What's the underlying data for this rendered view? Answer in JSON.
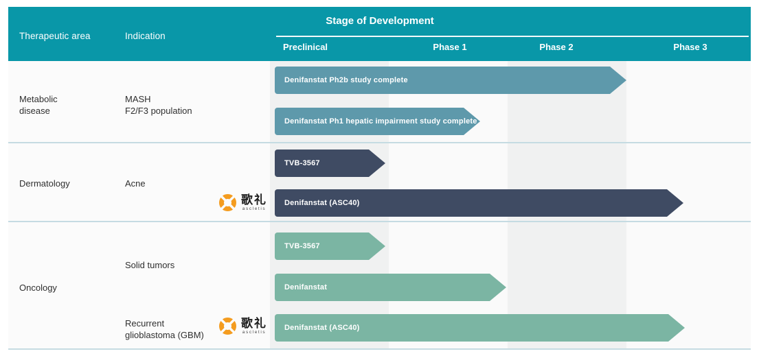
{
  "colors": {
    "header_teal": "#0997A8",
    "bar_steel": "#5E99AB",
    "bar_slate": "#3F4B63",
    "bar_sage": "#7BB5A3",
    "band_gray": "#F0F1F1",
    "band_light": "#FAFAFA",
    "divider": "#C5DBE2",
    "logo_orange": "#F49C1F",
    "text_dark": "#2F2F2F"
  },
  "table": {
    "header": {
      "therapeutic_area_label": "Therapeutic area",
      "indication_label": "Indication",
      "stage_title": "Stage of Development"
    },
    "rows": [
      {
        "area": "Metabolic\ndisease",
        "indication_1": "MASH\nF2/F3 population"
      },
      {
        "area": "Dermatology",
        "indication_1": "Acne"
      },
      {
        "area": "Oncology",
        "indication_1": "Solid tumors",
        "indication_2": "Recurrent\nglioblastoma (GBM)"
      }
    ]
  },
  "brand": {
    "logo_cn": "歌礼",
    "logo_en": "ascletis"
  },
  "chart_data": {
    "type": "bar",
    "orientation": "horizontal",
    "title": "Stage of Development",
    "x_axis": {
      "categories": [
        "Preclinical",
        "Phase 1",
        "Phase 2",
        "Phase 3"
      ],
      "range_stage_units": [
        0,
        4
      ],
      "note": "each category spans 1 stage unit; bar end_stage measures how far development has progressed"
    },
    "grid": "alternating column shading",
    "legend": "none",
    "series": [
      {
        "group": "Metabolic disease",
        "indication": "MASH F2/F3 population",
        "label": "Denifanstat Ph2b study complete",
        "end_stage": 3.0,
        "color": "#5E99AB"
      },
      {
        "group": "Metabolic disease",
        "indication": "MASH F2/F3 population",
        "label": "Denifanstat Ph1 hepatic impairment study complete",
        "end_stage": 1.77,
        "color": "#5E99AB"
      },
      {
        "group": "Dermatology",
        "indication": "Acne",
        "label": "TVB-3567",
        "end_stage": 0.97,
        "color": "#3F4B63"
      },
      {
        "group": "Dermatology",
        "indication": "Acne",
        "label": "Denifanstat (ASC40)",
        "end_stage": 3.48,
        "color": "#3F4B63"
      },
      {
        "group": "Oncology",
        "indication": "Solid tumors",
        "label": "TVB-3567",
        "end_stage": 0.97,
        "color": "#7BB5A3"
      },
      {
        "group": "Oncology",
        "indication": "Solid tumors",
        "label": "Denifanstat",
        "end_stage": 1.99,
        "color": "#7BB5A3"
      },
      {
        "group": "Oncology",
        "indication": "Recurrent glioblastoma (GBM)",
        "label": "Denifanstat (ASC40)",
        "end_stage": 3.49,
        "color": "#7BB5A3"
      }
    ]
  }
}
